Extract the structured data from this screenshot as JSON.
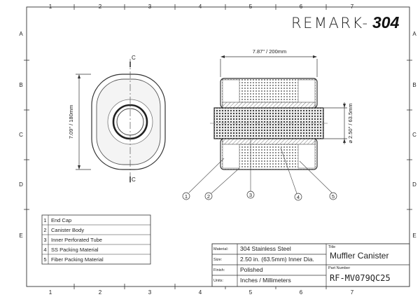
{
  "brand": {
    "prefix": "REMARK-",
    "suffix": "304"
  },
  "frame": {
    "columns": [
      "1",
      "2",
      "3",
      "4",
      "5",
      "6",
      "7"
    ],
    "rows": [
      "A",
      "B",
      "C",
      "D",
      "E"
    ]
  },
  "views": {
    "end": {
      "height_dim": "7.09\" / 180mm",
      "section_mark": "C"
    },
    "side": {
      "length_dim": "7.87\" / 200mm",
      "diameter_dim": "⌀ 2.50\" / 63.5mm"
    }
  },
  "callouts": [
    "1",
    "2",
    "3",
    "4",
    "5"
  ],
  "parts": [
    {
      "num": "1",
      "name": "End Cap"
    },
    {
      "num": "2",
      "name": "Canister Body"
    },
    {
      "num": "3",
      "name": "Inner Perforated Tube"
    },
    {
      "num": "4",
      "name": "SS Packing Material"
    },
    {
      "num": "5",
      "name": "Fiber Packing Material"
    }
  ],
  "title_block": {
    "material_label": "Material:",
    "material": "304 Stainless Steel",
    "size_label": "Size:",
    "size": "2.50 in. (63.5mm) Inner Dia.",
    "finish_label": "Finish:",
    "finish": "Polished",
    "units_label": "Units:",
    "units": "Inches / Millimeters",
    "title_label": "Title",
    "title": "Muffler Canister",
    "part_no_label": "Part Number",
    "part_no": "RF-MV079QC25"
  }
}
